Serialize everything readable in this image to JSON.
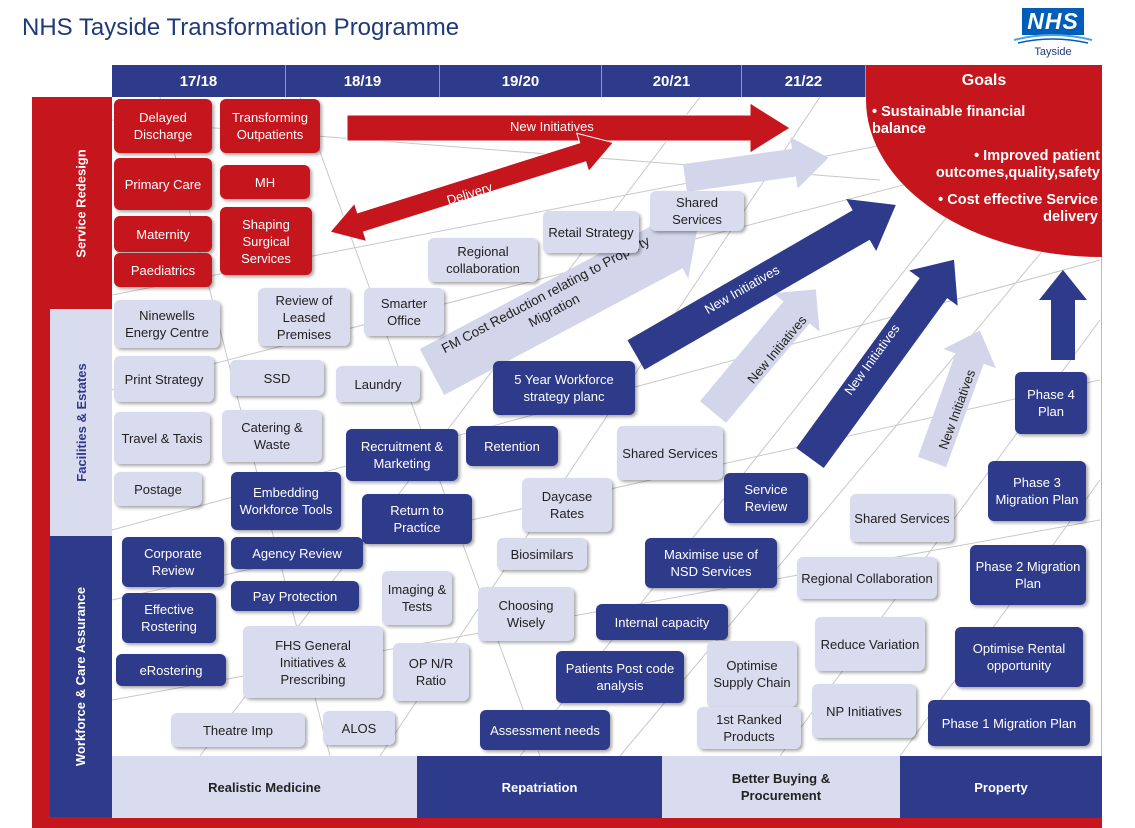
{
  "title": "NHS Tayside Transformation Programme",
  "logo": {
    "mark": "NHS",
    "sub": "Tayside"
  },
  "colors": {
    "red": "#c4161c",
    "navy": "#2e3a8a",
    "lavender": "#d9dbee",
    "light_arrow": "#d3d6ea"
  },
  "years": [
    "17/18",
    "18/19",
    "19/20",
    "20/21",
    "21/22"
  ],
  "goals": {
    "header": "Goals",
    "items": [
      "• Sustainable financial balance",
      "• Improved patient outcomes,quality,safety",
      "• Cost effective Service delivery"
    ]
  },
  "sections": [
    "Service Redesign",
    "Facilities & Estates",
    "Workforce & Care Assurance"
  ],
  "bottom": [
    "Realistic Medicine",
    "Repatriation",
    "Better Buying & Procurement",
    "Property"
  ],
  "arrows": {
    "new_initiatives": "New Initiatives",
    "delivery": "Delivery",
    "fm_cost": "FM Cost Reduction relating to Property Migration"
  },
  "cards": {
    "delayed_discharge": "Delayed Discharge",
    "transforming_outpatients": "Transforming Outpatients",
    "primary_care": "Primary Care",
    "mh": "MH",
    "maternity": "Maternity",
    "shaping_surgical": "Shaping Surgical Services",
    "paediatrics": "Paediatrics",
    "shared_services_1": "Shared Services",
    "retail_strategy": "Retail Strategy",
    "regional_collab_1": "Regional collaboration",
    "ninewells": "Ninewells Energy Centre",
    "review_leased": "Review of Leased Premises",
    "smarter_office": "Smarter Office",
    "print_strategy": "Print Strategy",
    "ssd": "SSD",
    "laundry": "Laundry",
    "five_year": "5 Year Workforce strategy planc",
    "travel_taxis": "Travel & Taxis",
    "catering_waste": "Catering & Waste",
    "recruitment": "Recruitment & Marketing",
    "retention": "Retention",
    "shared_services_2": "Shared Services",
    "postage": "Postage",
    "embedding": "Embedding Workforce Tools",
    "return_practice": "Return to Practice",
    "daycase_rates": "Daycase Rates",
    "service_review": "Service Review",
    "shared_services_3": "Shared Services",
    "phase4": "Phase 4 Plan",
    "phase3": "Phase 3 Migration Plan",
    "corporate_review": "Corporate Review",
    "agency_review": "Agency Review",
    "biosimilars": "Biosimilars",
    "maximise_nsd": "Maximise use of NSD Services",
    "regional_collab_2": "Regional Collaboration",
    "phase2": "Phase 2 Migration Plan",
    "effective_rostering": "Effective Rostering",
    "pay_protection": "Pay Protection",
    "imaging_tests": "Imaging & Tests",
    "choosing_wisely": "Choosing Wisely",
    "internal_capacity": "Internal capacity",
    "reduce_variation": "Reduce Variation",
    "optimise_rental": "Optimise Rental opportunity",
    "erostering": "eRostering",
    "fhs_general": "FHS General Initiatives & Prescribing",
    "op_nr": "OP N/R Ratio",
    "patients_post": "Patients Post code analysis",
    "optimise_supply": "Optimise Supply Chain",
    "np_initiatives": "NP Initiatives",
    "phase1": "Phase 1 Migration Plan",
    "theatre_imp": "Theatre Imp",
    "alos": "ALOS",
    "assessment_needs": "Assessment needs",
    "first_ranked": "1st Ranked Products"
  }
}
